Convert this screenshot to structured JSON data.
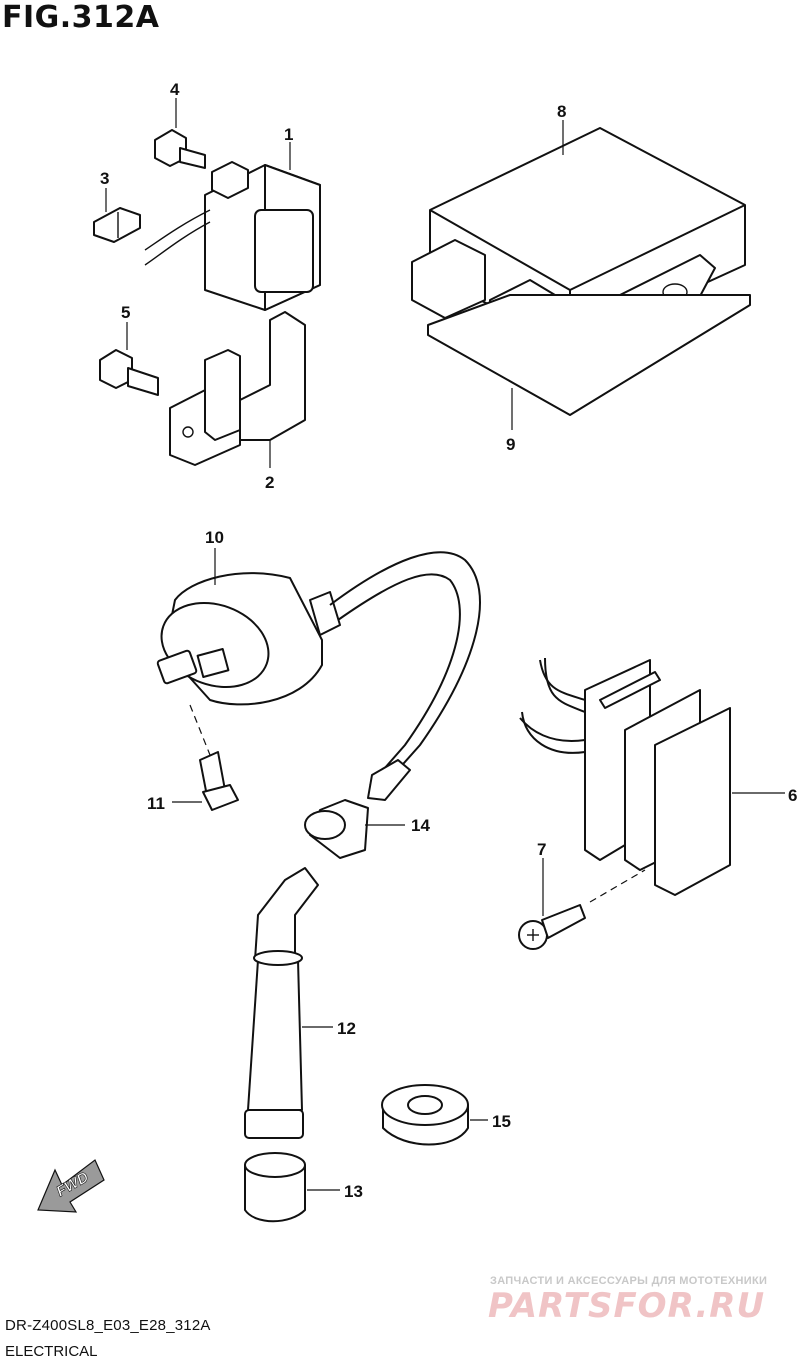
{
  "figure": {
    "title": "FIG.312A",
    "model_code": "DR-Z400SL8_E03_E28_312A",
    "section": "ELECTRICAL"
  },
  "callouts": [
    "1",
    "2",
    "3",
    "4",
    "5",
    "6",
    "7",
    "8",
    "9",
    "10",
    "11",
    "12",
    "13",
    "14",
    "15"
  ],
  "direction_badge": "FWD",
  "watermark": {
    "tagline": "ЗАПЧАСТИ И АКСЕССУАРЫ ДЛЯ МОТОТЕХНИКИ",
    "brand": "PARTSFOR.RU"
  },
  "colors": {
    "line": "#111111",
    "watermark_brand": "#f0c4c6",
    "watermark_tag": "#c8c8c8"
  }
}
